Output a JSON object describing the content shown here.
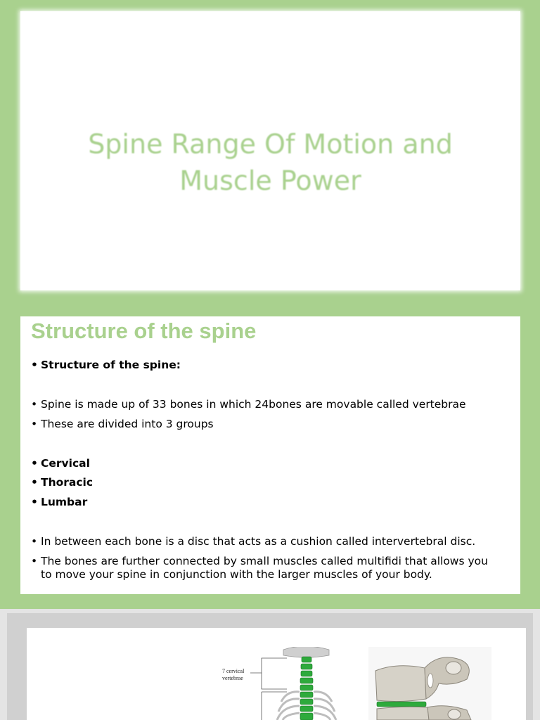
{
  "slide1": {
    "title_line1": "Spine Range Of Motion and",
    "title_line2": "Muscle Power"
  },
  "slide2": {
    "title": "Structure of the spine",
    "bullets": [
      {
        "text": "Structure of the spine:",
        "bold": true
      },
      {
        "text": "Spine is made up of 33 bones in which 24bones are movable called vertebrae",
        "bold": false
      },
      {
        "text": "These are divided into 3 groups",
        "bold": false
      },
      {
        "text": "Cervical",
        "bold": true
      },
      {
        "text": "Thoracic",
        "bold": true
      },
      {
        "text": "Lumbar",
        "bold": true
      },
      {
        "text": "In between each bone is a disc that acts as a cushion called intervertebral disc.",
        "bold": false
      },
      {
        "text": "The bones are further connected by small muscles called multifidi that allows you to move your spine in conjunction with the larger muscles of  your body.",
        "bold": false
      }
    ]
  },
  "slide3": {
    "figure_label_line1": "7 cervical",
    "figure_label_line2": "vertebrae"
  },
  "colors": {
    "background": "#a9d18e",
    "title": "#a9d18e",
    "vertebra_highlight": "#2eaa3c"
  }
}
